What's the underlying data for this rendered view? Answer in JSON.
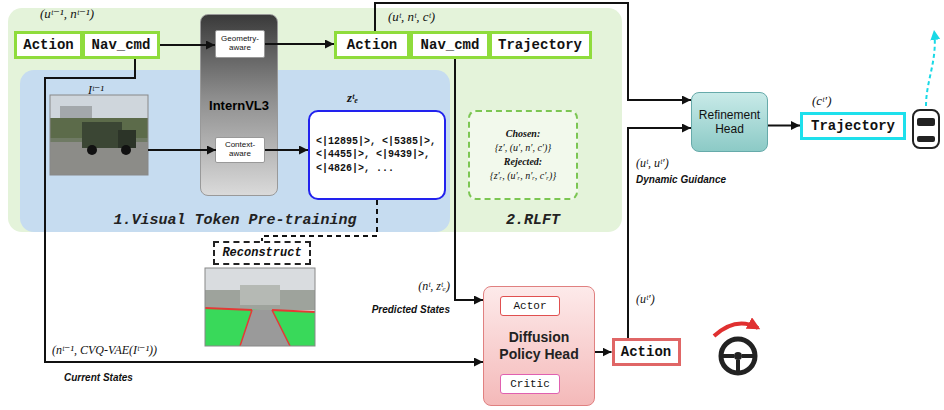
{
  "diagram": {
    "nodes": [
      {
        "text": [
          "2.RLFT"
        ]
      },
      {
        "text": [
          "1.Visual Token Pre-training"
        ],
        "in": 0
      },
      {
        "text": [
          "Action"
        ],
        "in": 0
      },
      {
        "text": [
          "Nav_cmd"
        ],
        "in": 0
      },
      {
        "text": [
          "InternVL3"
        ],
        "in": 0
      },
      {
        "text": [
          "Geometry-aware"
        ],
        "in": 4
      },
      {
        "text": [
          "Context-aware"
        ],
        "in": 4
      },
      {
        "text": [
          "Action"
        ],
        "in": 0
      },
      {
        "text": [
          "Nav_cmd"
        ],
        "in": 0
      },
      {
        "text": [
          "Trajectory"
        ],
        "in": 0
      },
      {
        "text": [
          "<|12895|>, <|5385|>, <|4455|>, <|9439|>, <|4826|>, ..."
        ],
        "in": 1
      },
      {
        "text": [
          "Chosen:",
          "{z′, (u′, n′, c′)}",
          "Rejected:",
          "{z′ᵣ, (u′ᵣ, n′ᵣ, c′ᵣ)}"
        ],
        "in": 0
      },
      {
        "text": [
          "Reconstruct"
        ]
      },
      {
        "text": [
          "Refinement Head"
        ]
      },
      {
        "text": [
          "Trajectory"
        ]
      },
      {
        "text": [
          "Diffusion Policy Head"
        ]
      },
      {
        "text": [
          "Actor"
        ],
        "in": 15
      },
      {
        "text": [
          "Critic"
        ],
        "in": 15
      },
      {
        "text": [
          "Action"
        ]
      }
    ],
    "edges": [
      {
        "from": 3,
        "to": 5,
        "arrow": "to"
      },
      {
        "from": 5,
        "to": 7,
        "arrow": "to"
      },
      {
        "from": 6,
        "to": 10,
        "arrow": "to"
      },
      {
        "from": 10,
        "to": 12,
        "arrow": "none"
      },
      {
        "from": 8,
        "to": 15,
        "arrow": "to"
      },
      {
        "from": 3,
        "to": 15,
        "arrow": "to"
      },
      {
        "from": 15,
        "to": 18,
        "arrow": "to"
      },
      {
        "from": 7,
        "to": 13,
        "arrow": "to"
      },
      {
        "from": 18,
        "to": 13,
        "arrow": "to"
      },
      {
        "from": 13,
        "to": 14,
        "arrow": "to"
      }
    ],
    "labels": [
      "(uᵗ⁻¹, nᵗ⁻¹)",
      "Iᵗ⁻¹",
      "(uᵗ, nᵗ, cᵗ)",
      "zᵗₑ",
      "(cᵗ′)",
      "(uᵗ, uᵗ′)",
      "Dynamic Guidance",
      "(nᵗ, zᵗₑ)",
      "Predicted States",
      "(uᵗ′)",
      "(nᵗ⁻¹, CVQ-VAE(Iᵗ⁻¹))",
      "Current States"
    ]
  }
}
